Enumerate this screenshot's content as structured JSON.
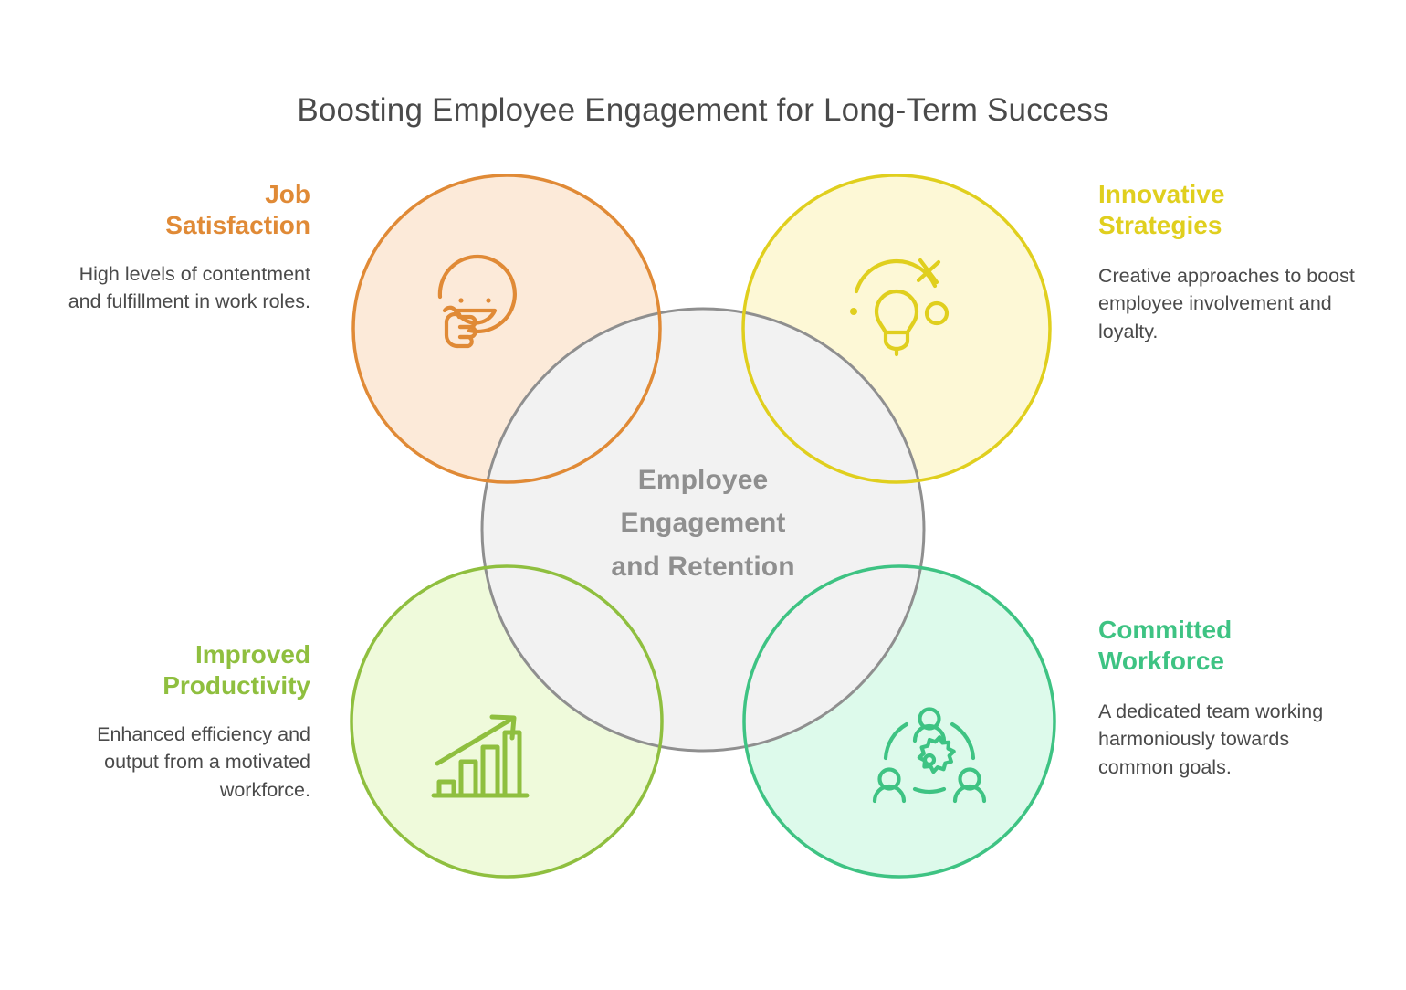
{
  "title": "Boosting Employee Engagement for Long-Term Success",
  "center": {
    "label": "Employee Engagement and Retention",
    "line1": "Employee",
    "line2": "Engagement",
    "line3": "and Retention",
    "fill": "#f2f2f2",
    "stroke": "#8f8f8f",
    "text_color": "#8f8f8f"
  },
  "circles": [
    {
      "id": "job-satisfaction",
      "heading": "Job Satisfaction",
      "heading_line1": "Job",
      "heading_line2": "Satisfaction",
      "body": "High levels of contentment and fulfillment in work roles.",
      "icon": "smiley-thumbs-up-icon",
      "stroke": "#e08a36",
      "fill": "#fcead9",
      "position": "top-left",
      "align": "right"
    },
    {
      "id": "innovative-strategies",
      "heading": "Innovative Strategies",
      "heading_line1": "Innovative",
      "heading_line2": "Strategies",
      "body": "Creative approaches to boost employee involvement and loyalty.",
      "icon": "lightbulb-idea-icon",
      "stroke": "#e0cf1e",
      "fill": "#fdf8d6",
      "position": "top-right",
      "align": "left"
    },
    {
      "id": "improved-productivity",
      "heading": "Improved Productivity",
      "heading_line1": "Improved",
      "heading_line2": "Productivity",
      "body": "Enhanced efficiency and output from a motivated workforce.",
      "icon": "growth-bar-chart-icon",
      "stroke": "#8fbf3f",
      "fill": "#effadb",
      "position": "bottom-left",
      "align": "right"
    },
    {
      "id": "committed-workforce",
      "heading": "Committed Workforce",
      "heading_line1": "Committed",
      "heading_line2": "Workforce",
      "body": "A dedicated team working harmoniously towards common goals.",
      "icon": "team-collaboration-gear-icon",
      "stroke": "#3ec383",
      "fill": "#ddfaeb",
      "position": "bottom-right",
      "align": "left"
    }
  ],
  "colors": {
    "title_text": "#4a4a4a",
    "body_text": "#4a4a4a",
    "background": "#ffffff"
  }
}
